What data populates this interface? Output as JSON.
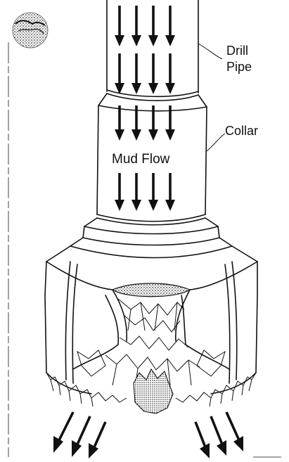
{
  "labels": {
    "drill_pipe_line1": "Drill",
    "drill_pipe_line2": "Pipe",
    "collar": "Collar",
    "mud_flow": "Mud Flow"
  },
  "colors": {
    "ink": "#111111",
    "background": "#ffffff",
    "stipple": "#6b6b6b"
  }
}
